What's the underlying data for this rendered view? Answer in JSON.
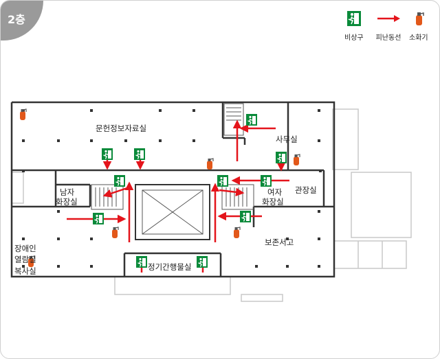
{
  "floor_label": "2층",
  "legend": {
    "exit_label": "비상구",
    "route_label": "피난동선",
    "extinguisher_label": "소화기"
  },
  "colors": {
    "route": "#e4141b",
    "exit_sign": "#0a8a3a",
    "badge": "#9a9a9a"
  },
  "rooms": {
    "archive": "문헌정보자료실",
    "office": "사무실",
    "men_restroom_1": "남자",
    "men_restroom_2": "화장실",
    "women_restroom_1": "여자",
    "women_restroom_2": "화장실",
    "director": "관장실",
    "accessible_reading_1": "장애인",
    "accessible_reading_2": "열람실",
    "copy_room": "복사실",
    "preservation": "보존서고",
    "periodicals": "정기간행물실"
  },
  "icons": {
    "exit": "emergency-exit-icon",
    "route": "evacuation-arrow",
    "extinguisher": "fire-extinguisher-icon"
  }
}
